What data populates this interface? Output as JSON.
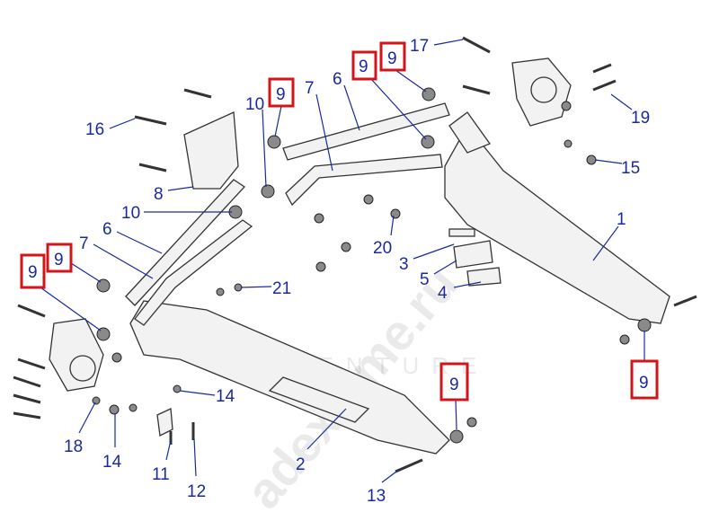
{
  "callouts": [
    {
      "id": "c17",
      "text": "17"
    },
    {
      "id": "c9a",
      "text": "9"
    },
    {
      "id": "c9b",
      "text": "9"
    },
    {
      "id": "c6a",
      "text": "6"
    },
    {
      "id": "c7a",
      "text": "7"
    },
    {
      "id": "c9c",
      "text": "9"
    },
    {
      "id": "c10a",
      "text": "10"
    },
    {
      "id": "c16",
      "text": "16"
    },
    {
      "id": "c19",
      "text": "19"
    },
    {
      "id": "c15",
      "text": "15"
    },
    {
      "id": "c8",
      "text": "8"
    },
    {
      "id": "c10b",
      "text": "10"
    },
    {
      "id": "c1",
      "text": "1"
    },
    {
      "id": "c6b",
      "text": "6"
    },
    {
      "id": "c7b",
      "text": "7"
    },
    {
      "id": "c20",
      "text": "20"
    },
    {
      "id": "c3",
      "text": "3"
    },
    {
      "id": "c9d",
      "text": "9"
    },
    {
      "id": "c9e",
      "text": "9"
    },
    {
      "id": "c5",
      "text": "5"
    },
    {
      "id": "c21",
      "text": "21"
    },
    {
      "id": "c4",
      "text": "4"
    },
    {
      "id": "c9f",
      "text": "9"
    },
    {
      "id": "c9g",
      "text": "9"
    },
    {
      "id": "c14a",
      "text": "14"
    },
    {
      "id": "c18",
      "text": "18"
    },
    {
      "id": "c14b",
      "text": "14"
    },
    {
      "id": "c2",
      "text": "2"
    },
    {
      "id": "c11",
      "text": "11"
    },
    {
      "id": "c12",
      "text": "12"
    },
    {
      "id": "c13",
      "text": "13"
    }
  ],
  "highlight_color": "#d0161a",
  "label_color": "#1a2a9c",
  "watermark": {
    "site": "adexteme.ru",
    "brand": "ADVENTURE"
  }
}
